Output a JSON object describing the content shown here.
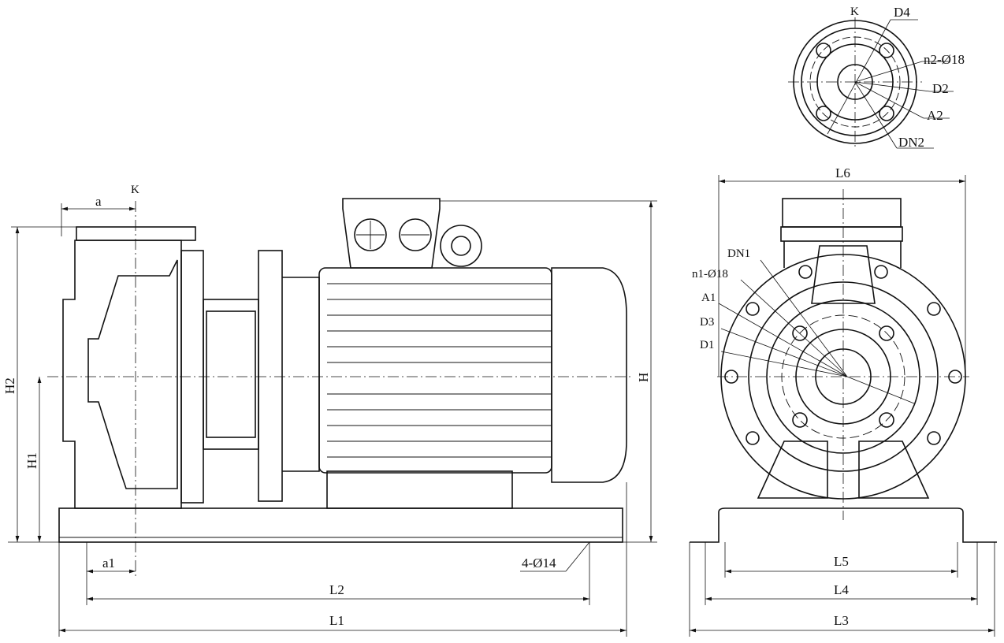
{
  "title": "Pump unit outline dimension drawing",
  "flange_view": {
    "k": "K",
    "d4": "D4",
    "n2": "n2-Ø18",
    "d2": "D2",
    "a2": "A2",
    "dn2": "DN2"
  },
  "side_view": {
    "a": "a",
    "k": "K",
    "h2": "H2",
    "h1": "H1",
    "h": "H",
    "a1": "a1",
    "l2": "L2",
    "l1": "L1",
    "holes": "4-Ø14"
  },
  "end_view": {
    "l6": "L6",
    "dn1": "DN1",
    "n1": "n1-Ø18",
    "a1": "A1",
    "d3": "D3",
    "d1": "D1",
    "l5": "L5",
    "l4": "L4",
    "l3": "L3"
  }
}
